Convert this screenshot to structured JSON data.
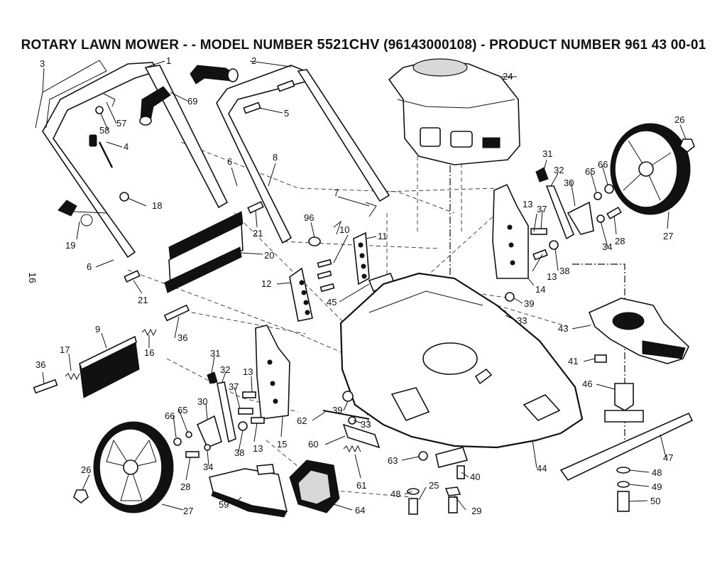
{
  "title": {
    "prefix": "ROTARY LAWN MOWER - - MODEL NUMBER ",
    "model": "5521CHV",
    "suffix": " (96143000108) - PRODUCT NUMBER 961 43 00-01"
  },
  "page_number": "16",
  "labels": [
    {
      "id": "p1",
      "text": "1"
    },
    {
      "id": "p2",
      "text": "2"
    },
    {
      "id": "p3",
      "text": "3"
    },
    {
      "id": "p4",
      "text": "4"
    },
    {
      "id": "p5",
      "text": "5"
    },
    {
      "id": "p6a",
      "text": "6"
    },
    {
      "id": "p6b",
      "text": "6"
    },
    {
      "id": "p7",
      "text": "7"
    },
    {
      "id": "p8",
      "text": "8"
    },
    {
      "id": "p9",
      "text": "9"
    },
    {
      "id": "p10",
      "text": "10"
    },
    {
      "id": "p11",
      "text": "11"
    },
    {
      "id": "p12",
      "text": "12"
    },
    {
      "id": "p13a",
      "text": "13"
    },
    {
      "id": "p13b",
      "text": "13"
    },
    {
      "id": "p13c",
      "text": "13"
    },
    {
      "id": "p13d",
      "text": "13"
    },
    {
      "id": "p14",
      "text": "14"
    },
    {
      "id": "p15",
      "text": "15"
    },
    {
      "id": "p16",
      "text": "16"
    },
    {
      "id": "p17",
      "text": "17"
    },
    {
      "id": "p18",
      "text": "18"
    },
    {
      "id": "p19",
      "text": "19"
    },
    {
      "id": "p20",
      "text": "20"
    },
    {
      "id": "p21a",
      "text": "21"
    },
    {
      "id": "p21b",
      "text": "21"
    },
    {
      "id": "p24",
      "text": "24"
    },
    {
      "id": "p25",
      "text": "25"
    },
    {
      "id": "p26a",
      "text": "26"
    },
    {
      "id": "p26b",
      "text": "26"
    },
    {
      "id": "p27a",
      "text": "27"
    },
    {
      "id": "p27b",
      "text": "27"
    },
    {
      "id": "p28a",
      "text": "28"
    },
    {
      "id": "p28b",
      "text": "28"
    },
    {
      "id": "p29",
      "text": "29"
    },
    {
      "id": "p30a",
      "text": "30"
    },
    {
      "id": "p30b",
      "text": "30"
    },
    {
      "id": "p31a",
      "text": "31"
    },
    {
      "id": "p31b",
      "text": "31"
    },
    {
      "id": "p32a",
      "text": "32"
    },
    {
      "id": "p32b",
      "text": "32"
    },
    {
      "id": "p33a",
      "text": "33"
    },
    {
      "id": "p33b",
      "text": "33"
    },
    {
      "id": "p34a",
      "text": "34"
    },
    {
      "id": "p34b",
      "text": "34"
    },
    {
      "id": "p36a",
      "text": "36"
    },
    {
      "id": "p36b",
      "text": "36"
    },
    {
      "id": "p37a",
      "text": "37"
    },
    {
      "id": "p37b",
      "text": "37"
    },
    {
      "id": "p38a",
      "text": "38"
    },
    {
      "id": "p38b",
      "text": "38"
    },
    {
      "id": "p39a",
      "text": "39"
    },
    {
      "id": "p39b",
      "text": "39"
    },
    {
      "id": "p40",
      "text": "40"
    },
    {
      "id": "p41",
      "text": "41"
    },
    {
      "id": "p43",
      "text": "43"
    },
    {
      "id": "p44",
      "text": "44"
    },
    {
      "id": "p45",
      "text": "45"
    },
    {
      "id": "p46",
      "text": "46"
    },
    {
      "id": "p47",
      "text": "47"
    },
    {
      "id": "p48a",
      "text": "48"
    },
    {
      "id": "p48b",
      "text": "48"
    },
    {
      "id": "p49",
      "text": "49"
    },
    {
      "id": "p50",
      "text": "50"
    },
    {
      "id": "p57",
      "text": "57"
    },
    {
      "id": "p58",
      "text": "58"
    },
    {
      "id": "p59",
      "text": "59"
    },
    {
      "id": "p60",
      "text": "60"
    },
    {
      "id": "p61",
      "text": "61"
    },
    {
      "id": "p62",
      "text": "62"
    },
    {
      "id": "p63",
      "text": "63"
    },
    {
      "id": "p64",
      "text": "64"
    },
    {
      "id": "p65a",
      "text": "65"
    },
    {
      "id": "p65b",
      "text": "65"
    },
    {
      "id": "p66a",
      "text": "66"
    },
    {
      "id": "p66b",
      "text": "66"
    },
    {
      "id": "p69",
      "text": "69"
    },
    {
      "id": "p96",
      "text": "96"
    }
  ]
}
